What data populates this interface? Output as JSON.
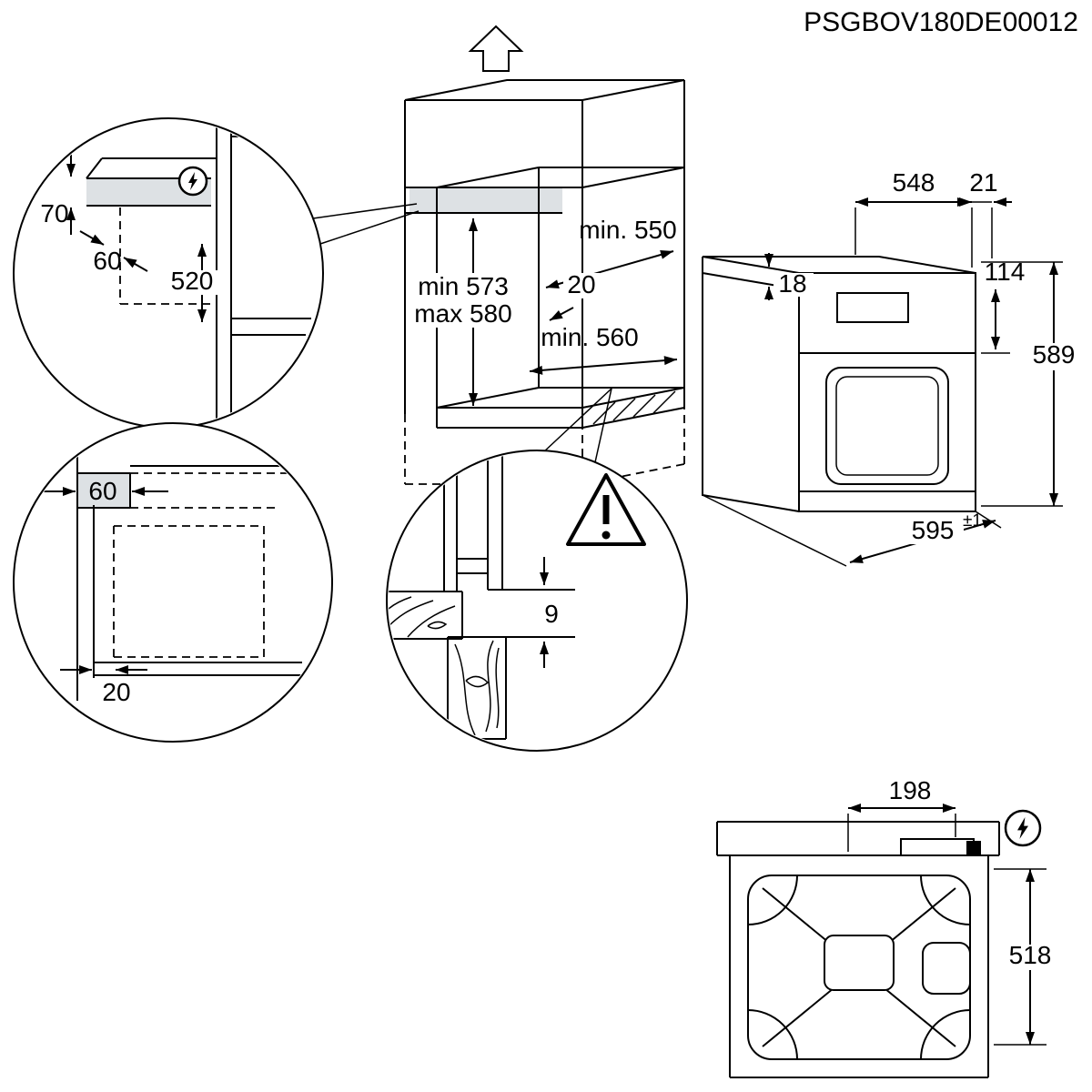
{
  "title": "PSGBOV180DE00012",
  "colors": {
    "shade": "#dde1e4"
  },
  "detail_top": {
    "vent_gap": "70",
    "overlap": "60",
    "depth": "520"
  },
  "niche": {
    "height_min": "min 573",
    "height_max": "max 580",
    "depth_min": "min. 550",
    "rear_gap": "20",
    "width_min": "min. 560"
  },
  "oven": {
    "depth": "548",
    "front_protrusion": "21",
    "top_inset": "18",
    "panel_height": "114",
    "height": "589",
    "width": "595",
    "width_tol": "±1"
  },
  "detail_plinth": {
    "overlap": "60",
    "recess": "20"
  },
  "detail_vent": {
    "gap": "9"
  },
  "top_view": {
    "cable_offset": "198",
    "cable_depth": "518"
  }
}
